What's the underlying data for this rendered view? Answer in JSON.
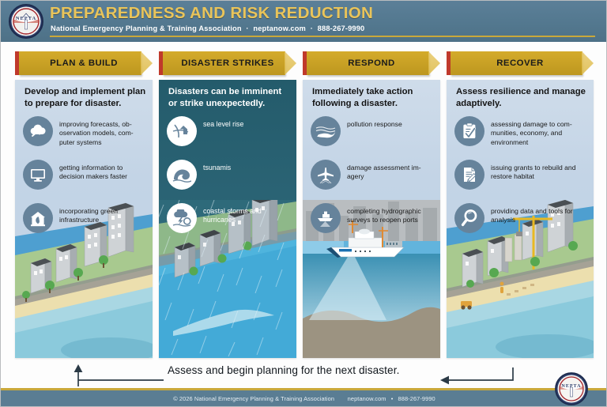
{
  "header": {
    "title": "PREPAREDNESS AND RISK REDUCTION",
    "org": "National Emergency Planning & Training Association",
    "website": "neptanow.com",
    "phone": "888-267-9990",
    "separator": "·",
    "seal_text": "NEPTA",
    "accent_gold": "#e9c45a",
    "bg": "#53788f"
  },
  "columns": [
    {
      "banner": "PLAN & BUILD",
      "heading": "Develop and implement plan to prepare for disaster.",
      "theme": "light",
      "items": [
        {
          "icon": "cloud-forecast-icon",
          "text": "improving forecasts, ob-oservation models, com-puter systems"
        },
        {
          "icon": "monitor-icon",
          "text": "getting information to decision makers faster"
        },
        {
          "icon": "green-infrastructure-icon",
          "text": "incorporating green infrastructure"
        }
      ],
      "scene": "coastal-town-scene"
    },
    {
      "banner": "DISASTER STRIKES",
      "heading": "Disasters can be imminent or strike unexpectedly.",
      "theme": "dark",
      "items": [
        {
          "icon": "sea-level-rise-icon",
          "text": "sea level rise"
        },
        {
          "icon": "tsunami-wave-icon",
          "text": "tsunamis"
        },
        {
          "icon": "storm-hurricane-icon",
          "text": "coastal storms and hurricanes"
        }
      ],
      "scene": "flooded-town-scene"
    },
    {
      "banner": "RESPOND",
      "heading": "Immediately take action following a disaster.",
      "theme": "light",
      "items": [
        {
          "icon": "oil-spill-icon",
          "text": "pollution response"
        },
        {
          "icon": "survey-airplane-icon",
          "text": "damage assessment im-agery"
        },
        {
          "icon": "survey-ship-icon",
          "text": "completing hydrographic surveys to reopen ports"
        }
      ],
      "scene": "survey-ship-scene"
    },
    {
      "banner": "RECOVER",
      "heading": "Assess resilience and manage adaptively.",
      "theme": "light",
      "items": [
        {
          "icon": "clipboard-check-icon",
          "text": "assessing damage to com-munities, economy, and environment"
        },
        {
          "icon": "document-pen-icon",
          "text": "issuing grants to rebuild and restore habitat"
        },
        {
          "icon": "magnifier-icon",
          "text": "providing data and tools for analysis"
        }
      ],
      "scene": "rebuilding-town-scene"
    }
  ],
  "caption": "Assess and begin planning for the next disaster.",
  "footer": {
    "copyright": "© 2026 National Emergency Planning & Training Association",
    "website": "neptanow.com",
    "separator": "•",
    "phone": "888-267-9990",
    "bg": "#5a7d93",
    "rule": "#c9a83a"
  }
}
